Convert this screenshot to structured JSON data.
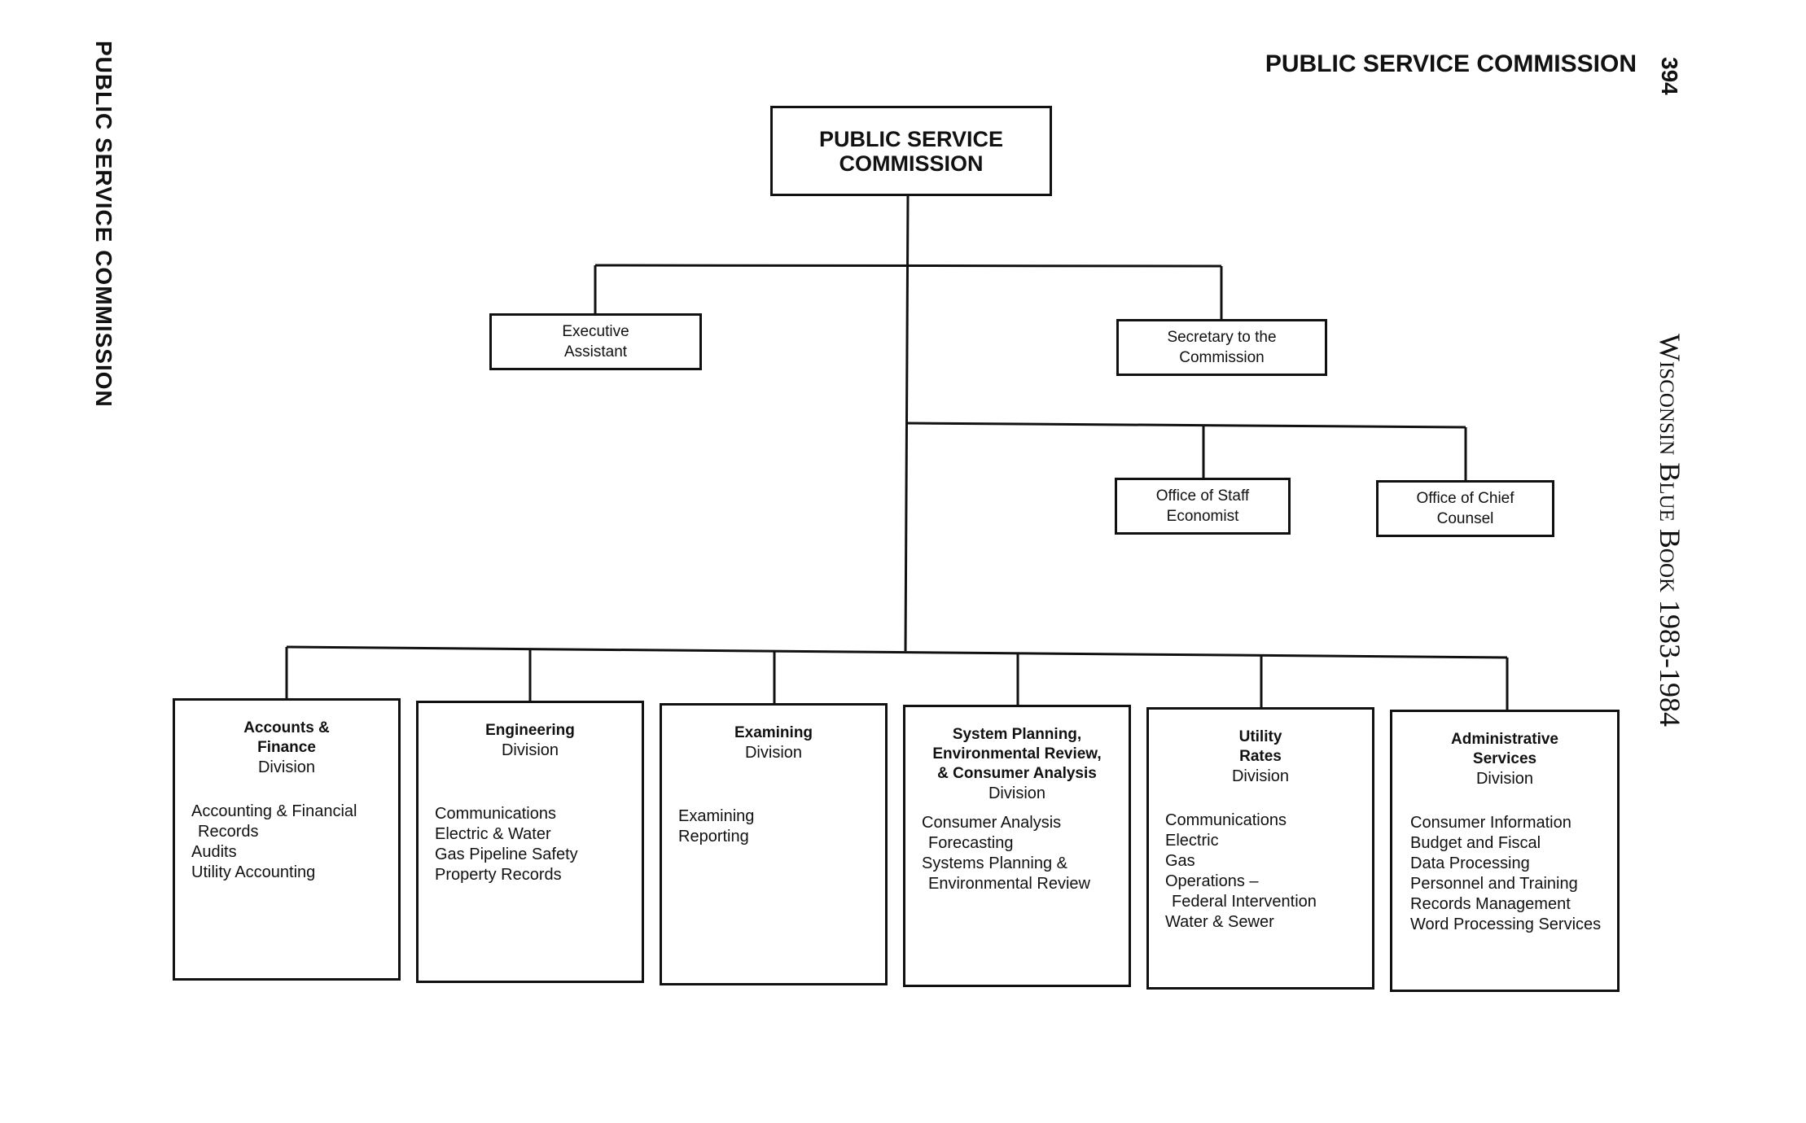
{
  "side_left": "PUBLIC SERVICE COMMISSION",
  "side_right": "Wisconsin Blue Book 1983-1984",
  "page_number": "394",
  "header_title": "PUBLIC SERVICE COMMISSION",
  "org": {
    "top": [
      "PUBLIC SERVICE",
      "COMMISSION"
    ],
    "executive_assistant": [
      "Executive",
      "Assistant"
    ],
    "secretary": [
      "Secretary to the",
      "Commission"
    ],
    "staff_economist": [
      "Office of Staff",
      "Economist"
    ],
    "chief_counsel": [
      "Office of Chief",
      "Counsel"
    ]
  },
  "divisions": [
    {
      "title": [
        "Accounts &",
        "Finance"
      ],
      "sub": "Division",
      "items": [
        "Accounting & Financial",
        "Records",
        "Audits",
        "Utility Accounting"
      ]
    },
    {
      "title": [
        "Engineering"
      ],
      "sub": "Division",
      "items": [
        "Communications",
        "Electric & Water",
        "Gas Pipeline Safety",
        "Property Records"
      ]
    },
    {
      "title": [
        "Examining"
      ],
      "sub": "Division",
      "items": [
        "Examining",
        "Reporting"
      ]
    },
    {
      "title": [
        "System Planning,",
        "Environmental Review,",
        "& Consumer Analysis"
      ],
      "sub": "Division",
      "items": [
        "Consumer Analysis",
        "Forecasting",
        "Systems Planning &",
        "Environmental Review"
      ]
    },
    {
      "title": [
        "Utility",
        "Rates"
      ],
      "sub": "Division",
      "items": [
        "Communications",
        "Electric",
        "Gas",
        "Operations –",
        "Federal Intervention",
        "Water & Sewer"
      ]
    },
    {
      "title": [
        "Administrative",
        "Services"
      ],
      "sub": "Division",
      "items": [
        "Consumer Information",
        "Budget and Fiscal",
        "Data Processing",
        "Personnel and Training",
        "Records Management",
        "Word Processing Services"
      ]
    }
  ]
}
